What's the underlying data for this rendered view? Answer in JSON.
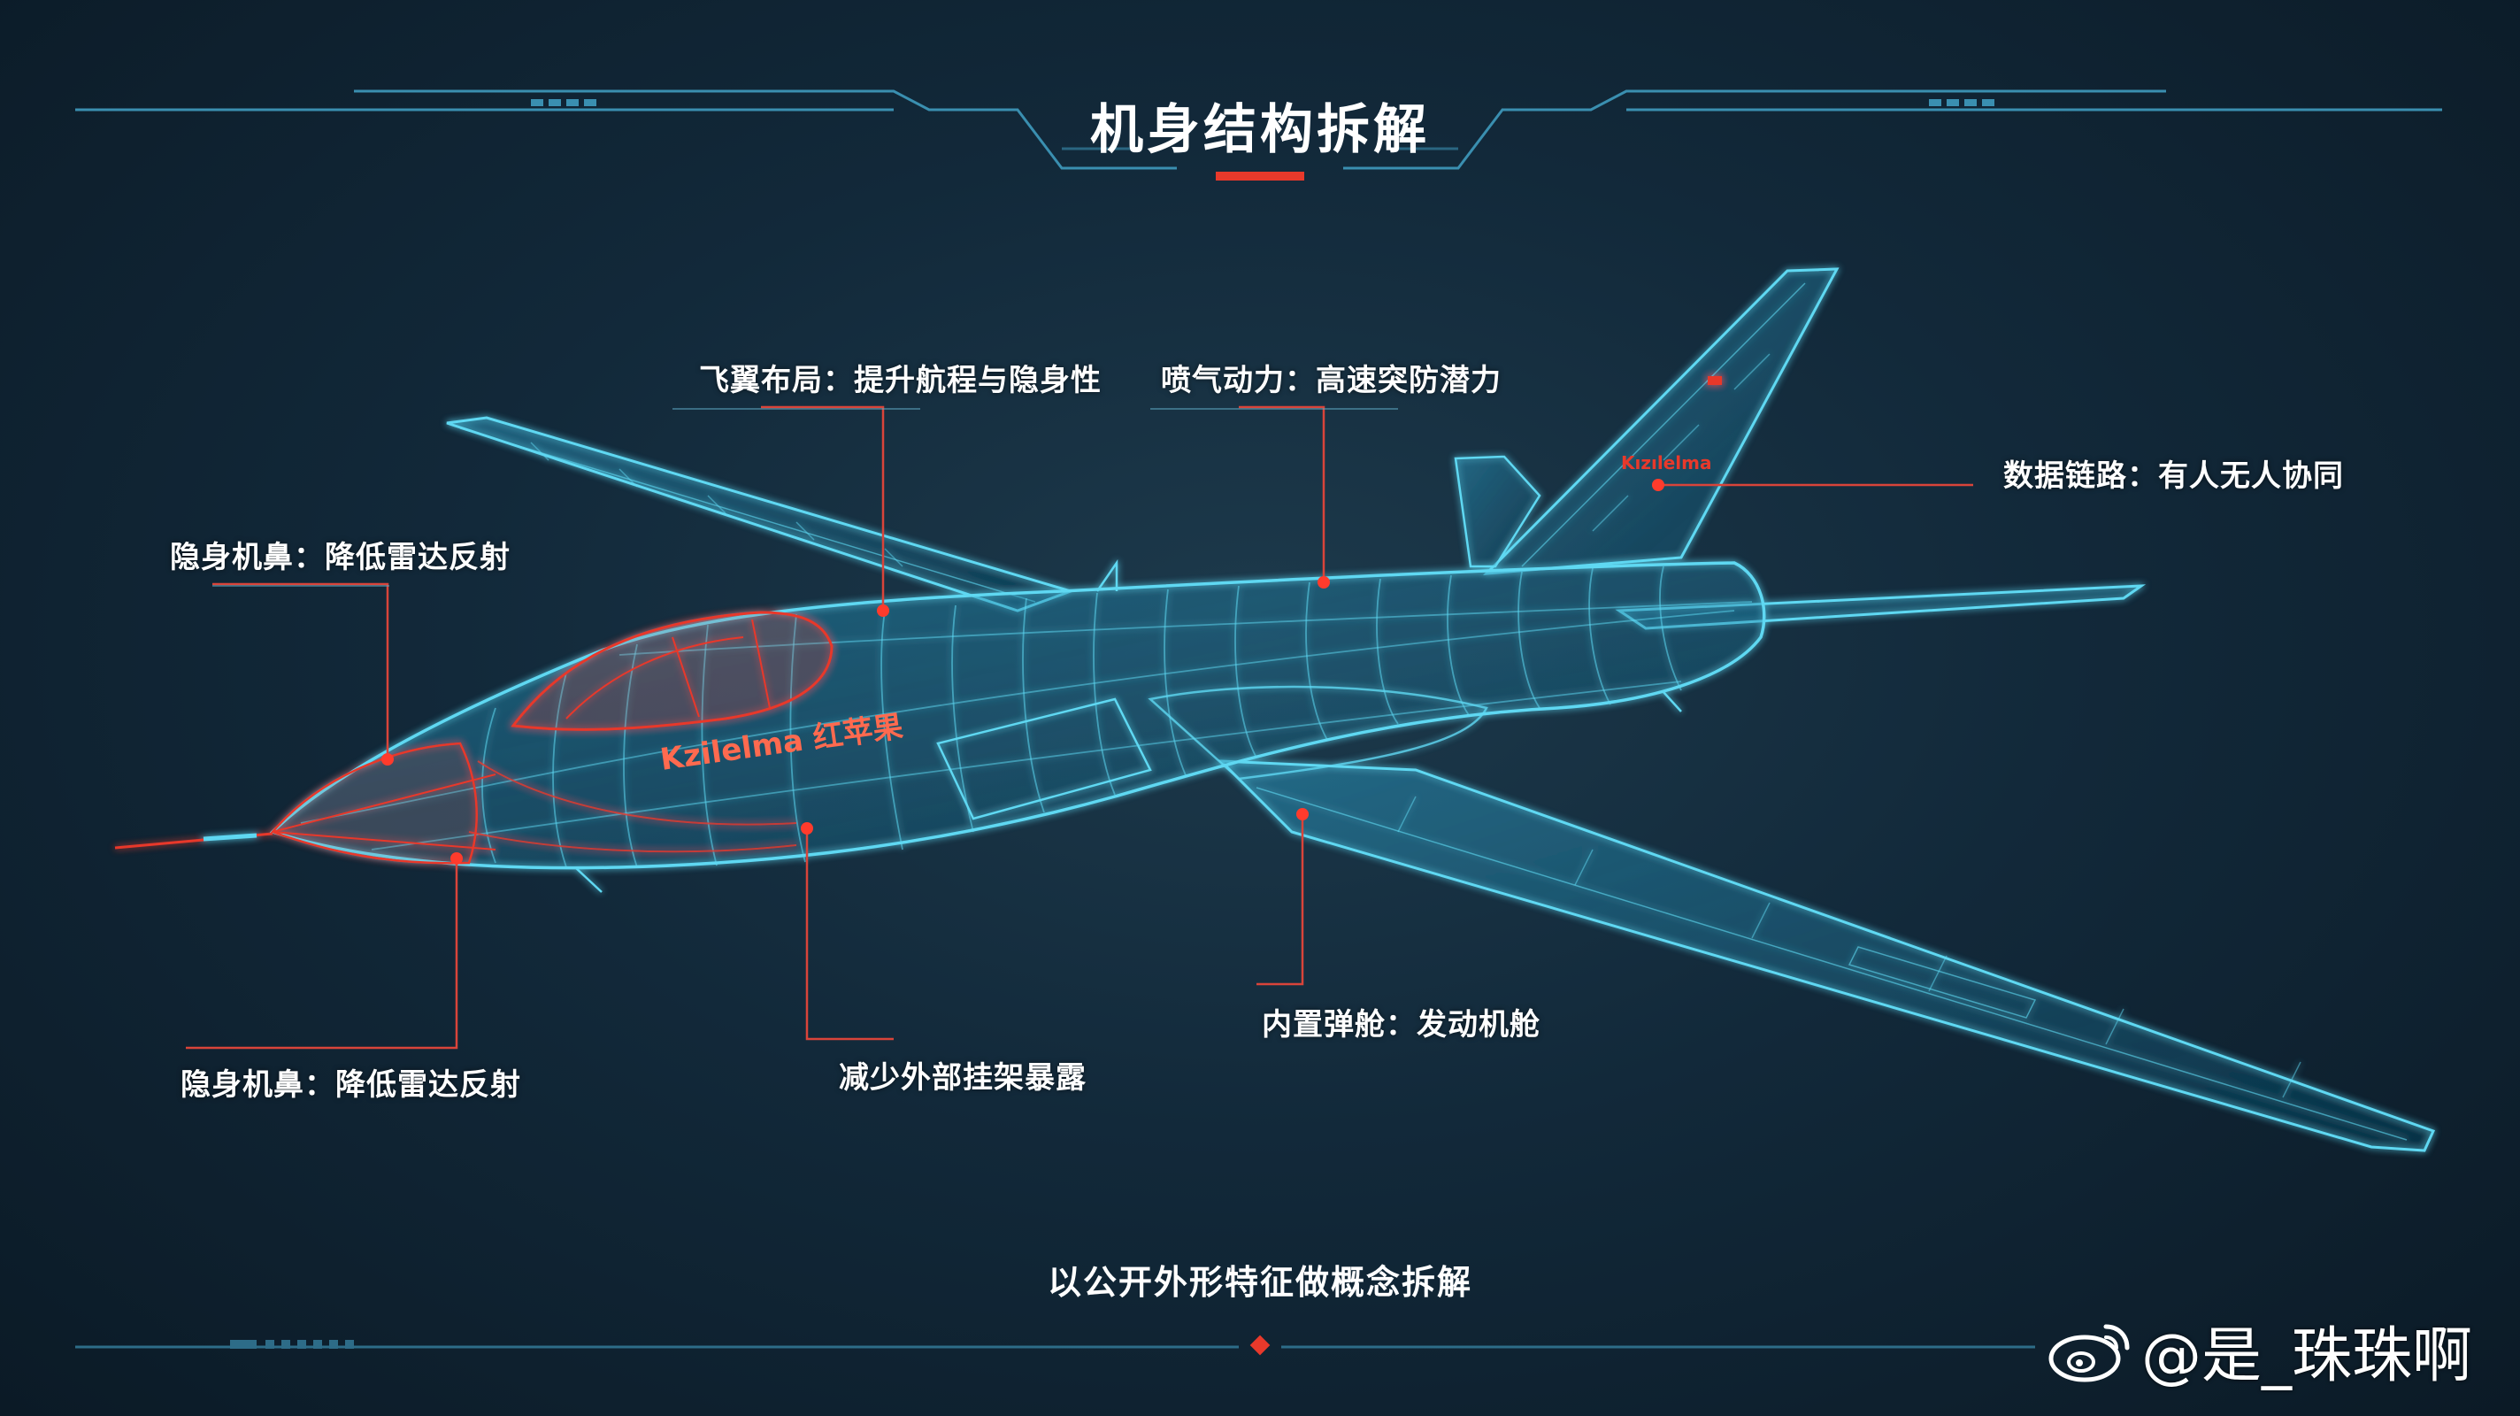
{
  "title": "机身结构拆解",
  "subtitle": "以公开外形特征做概念拆解",
  "callouts": {
    "wing_layout": "飞翼布局：提升航程与隐身性",
    "jet_power": "喷气动力：高速突防潜力",
    "data_link": "数据链路：有人无人协同",
    "stealth_nose_upper": "隐身机鼻：降低雷达反射",
    "stealth_nose_lower": "隐身机鼻：降低雷达反射",
    "external_stores": "减少外部挂架暴露",
    "internal_bay": "内置弹舱：发动机舱"
  },
  "aircraft_markings": {
    "fuselage_text": "Kzilelma 红苹果",
    "tail_text": "Kızılelma"
  },
  "watermark": {
    "handle": "@是_珠珠啊",
    "icon": "weibo-icon"
  },
  "colors": {
    "wireframe": "#5fd8f2",
    "accent_red": "#e8392b",
    "background": "#12293a",
    "frame_lines": "#3a8fb0"
  }
}
